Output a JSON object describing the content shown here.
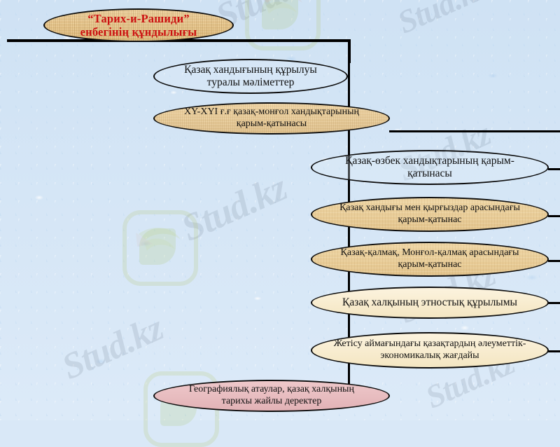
{
  "diagram": {
    "type": "flowchart-tree",
    "language": "kk",
    "background_color": "#d8e7f6",
    "title_text_color": "#cc1111",
    "watermark": {
      "text": "Stud.kz",
      "occurrences": 7
    },
    "nodes": [
      {
        "id": "title",
        "lines": [
          "“Тарих-и-Рашиди”",
          "енбегінің құндылығы"
        ],
        "fill": "#e2c185",
        "style": "wood",
        "text_color": "#cc1111"
      },
      {
        "id": "node-1",
        "lines": [
          "Қазақ хандығының құрылуы",
          "туралы мәліметтер"
        ],
        "fill": "transparent",
        "style": "clear",
        "text_color": "#101010"
      },
      {
        "id": "node-2",
        "lines": [
          "XY-XYI ғ.ғ қазақ-монғол хандықтарының",
          "қарым-қатынасы"
        ],
        "fill": "#e4c79a",
        "style": "parchment",
        "text_color": "#101010"
      },
      {
        "id": "node-3",
        "lines": [
          "Қазақ-өзбек хандықтарының қарым-қатынасы"
        ],
        "fill": "transparent",
        "style": "clear",
        "text_color": "#101010"
      },
      {
        "id": "node-4",
        "lines": [
          "Қазақ хандығы мен қырғыздар арасындағы",
          "қарым-қатынас"
        ],
        "fill": "#e9cb97",
        "style": "tan",
        "text_color": "#101010"
      },
      {
        "id": "node-5",
        "lines": [
          "Қазақ-қалмақ, Монғол-қалмақ арасындағы",
          "қарым-қатынас"
        ],
        "fill": "#e9cb97",
        "style": "tan",
        "text_color": "#101010"
      },
      {
        "id": "node-6",
        "lines": [
          "Қазақ халқының этностық құрылымы"
        ],
        "fill": "#f8ecce",
        "style": "cream",
        "text_color": "#101010"
      },
      {
        "id": "node-7",
        "lines": [
          "Жетісу аймағындағы қазақтардың әлеуметтік-",
          "экономикалық жағдайы"
        ],
        "fill": "#f8ecce",
        "style": "cream",
        "text_color": "#101010"
      },
      {
        "id": "node-8",
        "lines": [
          "Географиялық атаулар, қазақ халқының",
          "тарихы жайлы деректер"
        ],
        "fill": "#e9bfc2",
        "style": "pink",
        "text_color": "#101010"
      }
    ]
  }
}
